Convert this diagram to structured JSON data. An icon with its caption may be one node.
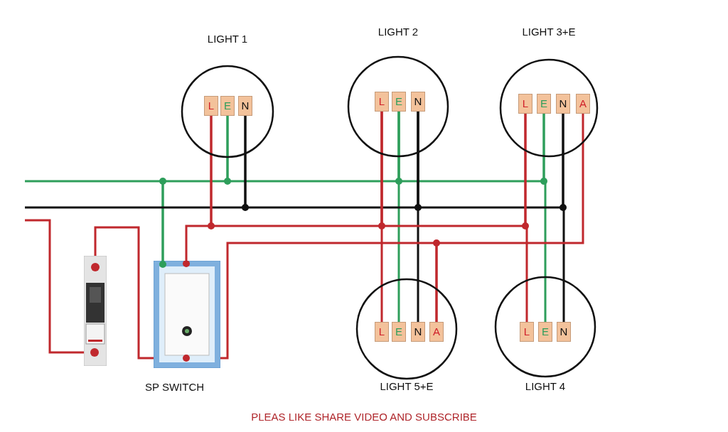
{
  "diagram": {
    "nodes": [
      {
        "text": [
          "LIGHT 1"
        ]
      },
      {
        "text": [
          "L"
        ],
        "in": 0
      },
      {
        "text": [
          "E"
        ],
        "in": 0
      },
      {
        "text": [
          "N"
        ],
        "in": 0
      },
      {
        "text": [
          "LIGHT 2"
        ]
      },
      {
        "text": [
          "L"
        ],
        "in": 4
      },
      {
        "text": [
          "E"
        ],
        "in": 4
      },
      {
        "text": [
          "N"
        ],
        "in": 4
      },
      {
        "text": [
          "LIGHT 3+E"
        ]
      },
      {
        "text": [
          "L"
        ],
        "in": 8
      },
      {
        "text": [
          "E"
        ],
        "in": 8
      },
      {
        "text": [
          "N"
        ],
        "in": 8
      },
      {
        "text": [
          "A"
        ],
        "in": 8
      },
      {
        "text": [
          "SP SWITCH"
        ]
      },
      {
        "text": [],
        "shape": "picture"
      },
      {
        "text": [
          "LIGHT 5+E"
        ]
      },
      {
        "text": [
          "L"
        ],
        "in": 15
      },
      {
        "text": [
          "E"
        ],
        "in": 15
      },
      {
        "text": [
          "N"
        ],
        "in": 15
      },
      {
        "text": [
          "A"
        ],
        "in": 15
      },
      {
        "text": [
          "LIGHT 4"
        ]
      },
      {
        "text": [
          "L"
        ],
        "in": 20
      },
      {
        "text": [
          "E"
        ],
        "in": 20
      },
      {
        "text": [
          "N"
        ],
        "in": 20
      }
    ],
    "edges": [
      {
        "from": null,
        "to": 13,
        "arrow": "none",
        "color": "#2e9e5b"
      },
      {
        "from": 13,
        "to": 2,
        "arrow": "none",
        "color": "#2e9e5b"
      },
      {
        "from": 2,
        "to": 6,
        "arrow": "none",
        "color": "#2e9e5b"
      },
      {
        "from": 6,
        "to": 10,
        "arrow": "none",
        "color": "#2e9e5b"
      },
      {
        "from": 6,
        "to": 17,
        "arrow": "none",
        "color": "#2e9e5b"
      },
      {
        "from": 10,
        "to": 22,
        "arrow": "none",
        "color": "#2e9e5b"
      },
      {
        "from": null,
        "to": 3,
        "arrow": "none",
        "color": "#111111"
      },
      {
        "from": 3,
        "to": 7,
        "arrow": "none",
        "color": "#111111"
      },
      {
        "from": 7,
        "to": 11,
        "arrow": "none",
        "color": "#111111"
      },
      {
        "from": 7,
        "to": 18,
        "arrow": "none",
        "color": "#111111"
      },
      {
        "from": 11,
        "to": 23,
        "arrow": "none",
        "color": "#111111"
      },
      {
        "from": 13,
        "to": 1,
        "arrow": "none"
      },
      {
        "from": 1,
        "to": 5,
        "arrow": "none"
      },
      {
        "from": 5,
        "to": 9,
        "arrow": "none"
      },
      {
        "from": 5,
        "to": 16,
        "arrow": "none"
      },
      {
        "from": 9,
        "to": 21,
        "arrow": "none"
      },
      {
        "from": null,
        "to": 14,
        "arrow": "none"
      },
      {
        "from": 14,
        "to": 13,
        "arrow": "none"
      },
      {
        "from": 13,
        "to": 19,
        "arrow": "none"
      },
      {
        "from": 19,
        "to": 12,
        "arrow": "none"
      }
    ],
    "labels": [
      "PLEAS LIKE SHARE VIDEO AND SUBSCRIBE"
    ]
  }
}
